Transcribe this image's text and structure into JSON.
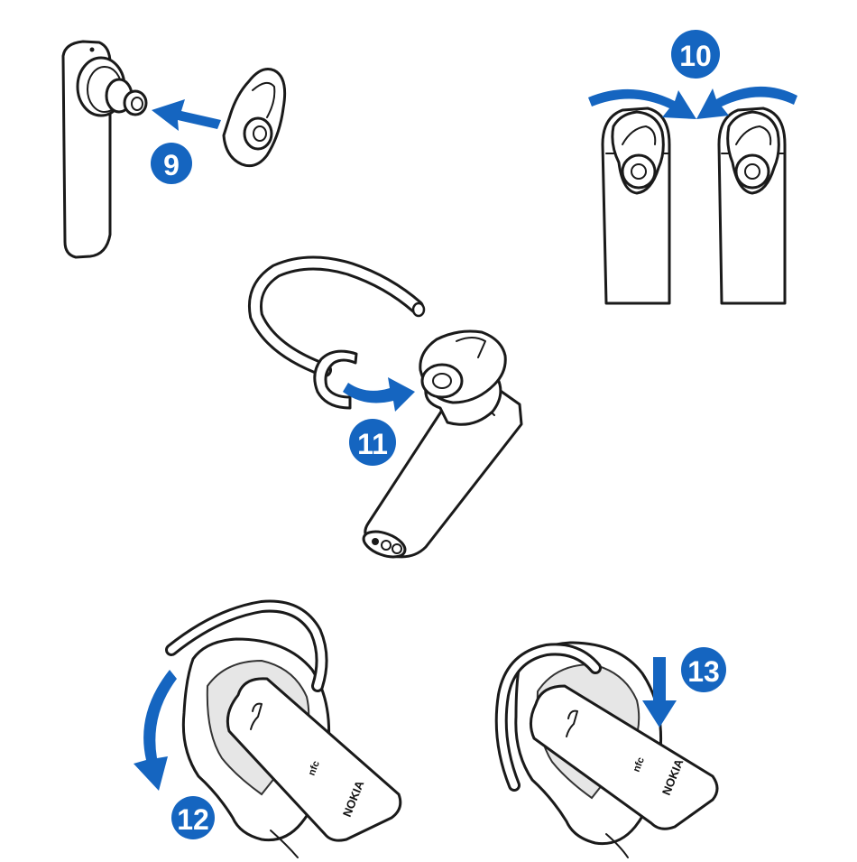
{
  "steps": [
    {
      "number": "9"
    },
    {
      "number": "10"
    },
    {
      "number": "11"
    },
    {
      "number": "12"
    },
    {
      "number": "13"
    }
  ],
  "device_print": {
    "nfc": "nfc",
    "brand": "NOKIA"
  },
  "colors": {
    "accent": "#1565c0",
    "outline": "#1a1a1a"
  }
}
